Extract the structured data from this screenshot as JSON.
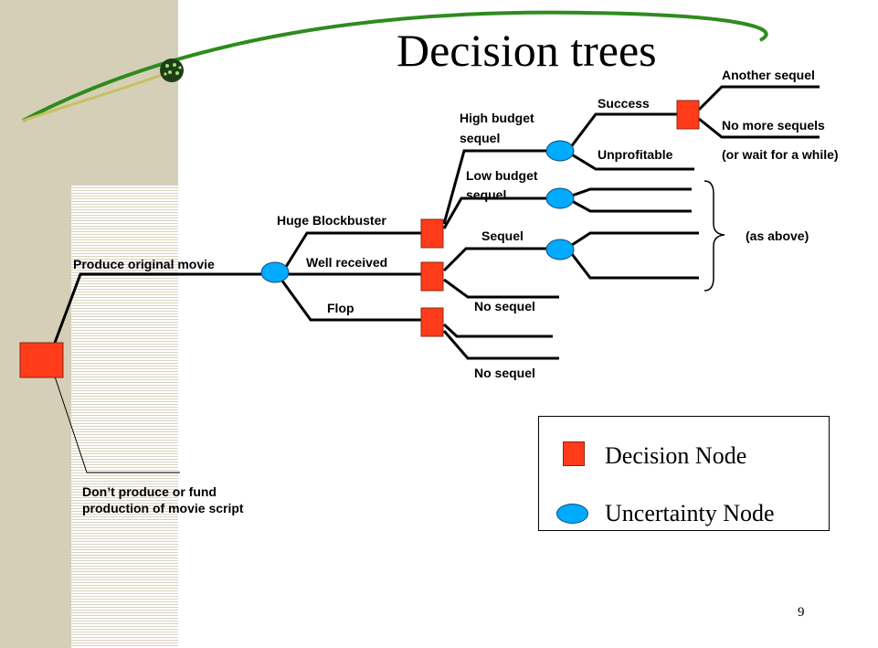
{
  "slide": {
    "title": "Decision trees",
    "page_number": "9"
  },
  "tree_labels": {
    "root": "Produce original movie",
    "dont_produce_line1": "Don’t produce or fund",
    "dont_produce_line2": "production of movie script",
    "huge_blockbuster": "Huge Blockbuster",
    "well_received": "Well received",
    "flop": "Flop",
    "high_budget_line1": "High budget",
    "high_budget_line2": "sequel",
    "low_budget_line1": "Low budget",
    "low_budget_line2": "sequel",
    "success": "Success",
    "unprofitable": "Unprofitable",
    "another_sequel": "Another sequel",
    "no_more_sequels": "No more sequels",
    "wait_while": "(or wait for a while)",
    "as_above": "(as above)",
    "sequel": "Sequel",
    "no_sequel_1": "No sequel",
    "no_sequel_2": "No sequel"
  },
  "legend": {
    "decision_node": "Decision Node",
    "uncertainty_node": "Uncertainty Node"
  },
  "colors": {
    "decision_node": "#ff3b1a",
    "uncertainty_node": "#00aaff",
    "sidebar": "#d5cfb8",
    "swoosh": "#2e8b1e"
  }
}
